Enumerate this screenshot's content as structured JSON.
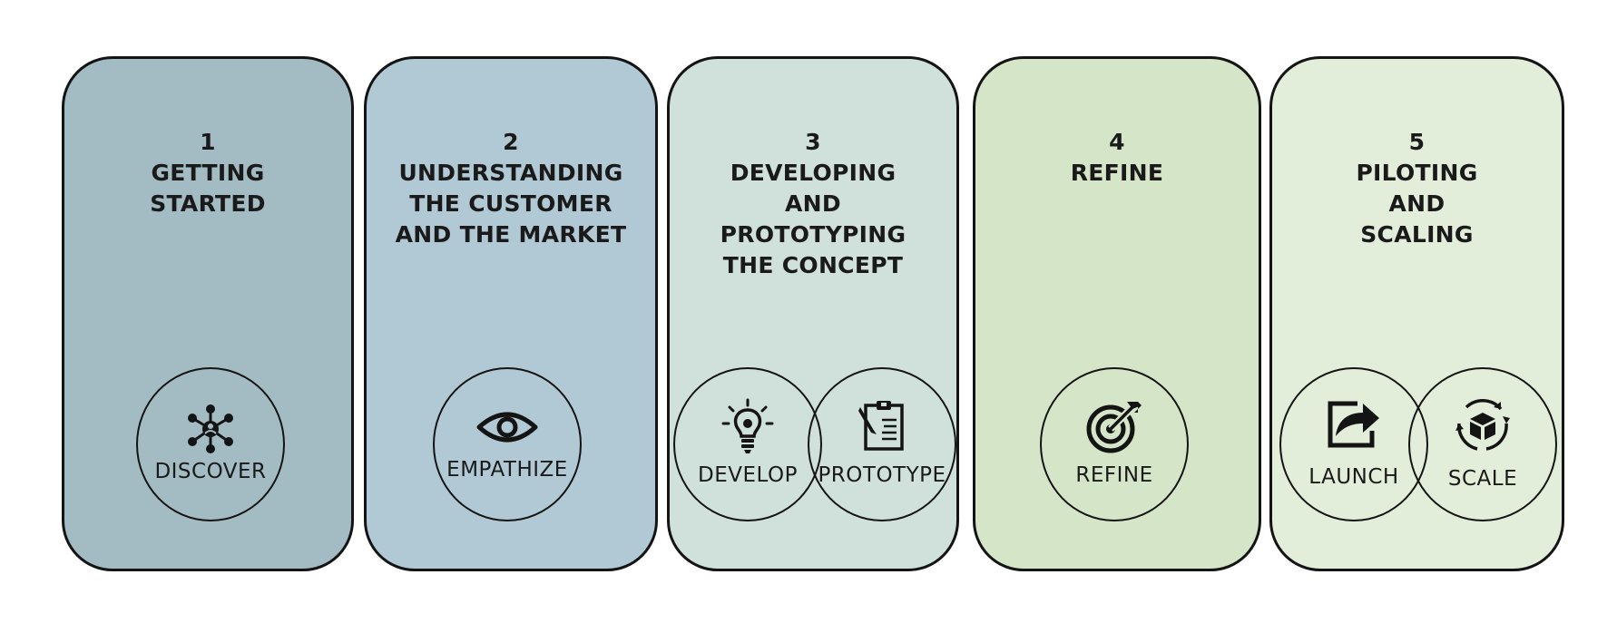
{
  "phases": [
    {
      "number": "1",
      "title_lines": [
        "GETTING",
        "STARTED"
      ],
      "color": "#a3bcc4",
      "activities": [
        {
          "label": "DISCOVER",
          "icon": "network-icon"
        }
      ]
    },
    {
      "number": "2",
      "title_lines": [
        "UNDERSTANDING",
        "THE CUSTOMER",
        "AND THE MARKET"
      ],
      "color": "#b1c9d4",
      "activities": [
        {
          "label": "EMPATHIZE",
          "icon": "eye-icon"
        }
      ]
    },
    {
      "number": "3",
      "title_lines": [
        "DEVELOPING",
        "AND",
        "PROTOTYPING",
        "THE CONCEPT"
      ],
      "color": "#d0e0da",
      "activities": [
        {
          "label": "DEVELOP",
          "icon": "lightbulb-icon"
        },
        {
          "label": "PROTOTYPE",
          "icon": "clipboard-icon"
        }
      ]
    },
    {
      "number": "4",
      "title_lines": [
        "REFINE"
      ],
      "color": "#d5e6c8",
      "activities": [
        {
          "label": "REFINE",
          "icon": "target-icon"
        }
      ]
    },
    {
      "number": "5",
      "title_lines": [
        "PILOTING",
        "AND",
        "SCALING"
      ],
      "color": "#e2eed9",
      "activities": [
        {
          "label": "LAUNCH",
          "icon": "share-arrow-icon"
        },
        {
          "label": "SCALE",
          "icon": "box-cycle-icon"
        }
      ]
    }
  ]
}
